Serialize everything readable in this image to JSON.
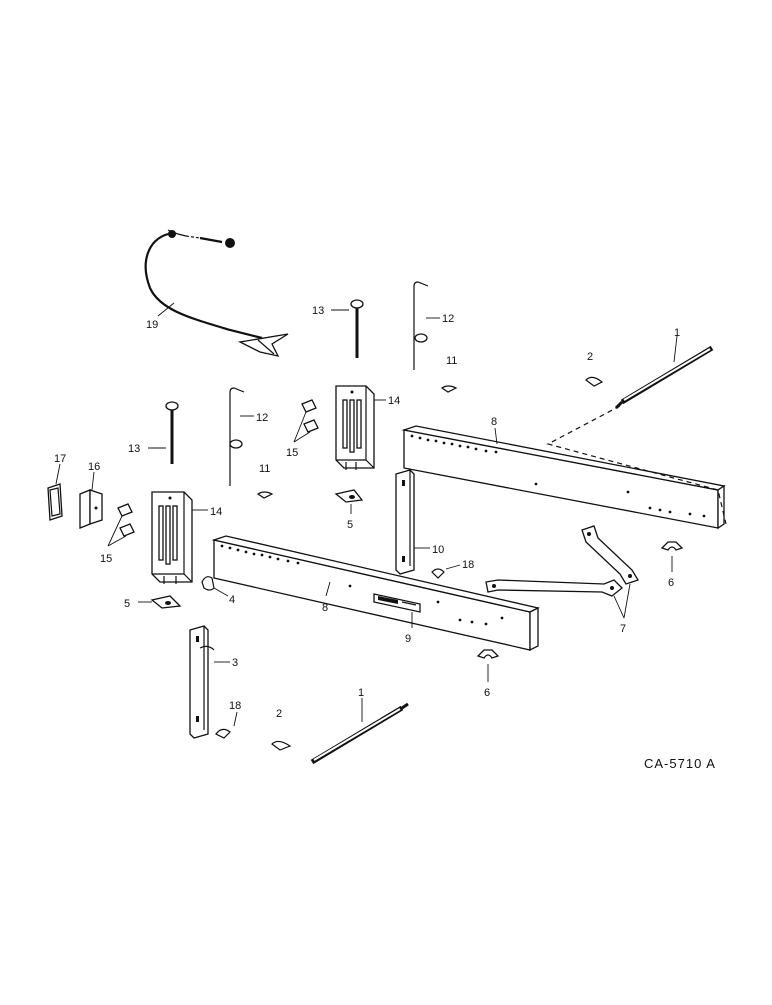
{
  "drawing_ref": "CA-5710 A",
  "callouts": [
    {
      "id": "c1a",
      "text": "1"
    },
    {
      "id": "c1b",
      "text": "1"
    },
    {
      "id": "c2a",
      "text": "2"
    },
    {
      "id": "c2b",
      "text": "2"
    },
    {
      "id": "c3",
      "text": "3"
    },
    {
      "id": "c4",
      "text": "4"
    },
    {
      "id": "c5a",
      "text": "5"
    },
    {
      "id": "c5b",
      "text": "5"
    },
    {
      "id": "c6a",
      "text": "6"
    },
    {
      "id": "c6b",
      "text": "6"
    },
    {
      "id": "c7",
      "text": "7"
    },
    {
      "id": "c8a",
      "text": "8"
    },
    {
      "id": "c8b",
      "text": "8"
    },
    {
      "id": "c9",
      "text": "9"
    },
    {
      "id": "c10",
      "text": "10"
    },
    {
      "id": "c11a",
      "text": "11"
    },
    {
      "id": "c11b",
      "text": "11"
    },
    {
      "id": "c12a",
      "text": "12"
    },
    {
      "id": "c12b",
      "text": "12"
    },
    {
      "id": "c13a",
      "text": "13"
    },
    {
      "id": "c13b",
      "text": "13"
    },
    {
      "id": "c14a",
      "text": "14"
    },
    {
      "id": "c14b",
      "text": "14"
    },
    {
      "id": "c15a",
      "text": "15"
    },
    {
      "id": "c15b",
      "text": "15"
    },
    {
      "id": "c16",
      "text": "16"
    },
    {
      "id": "c17",
      "text": "17"
    },
    {
      "id": "c18a",
      "text": "18"
    },
    {
      "id": "c18b",
      "text": "18"
    },
    {
      "id": "c19",
      "text": "19"
    }
  ]
}
